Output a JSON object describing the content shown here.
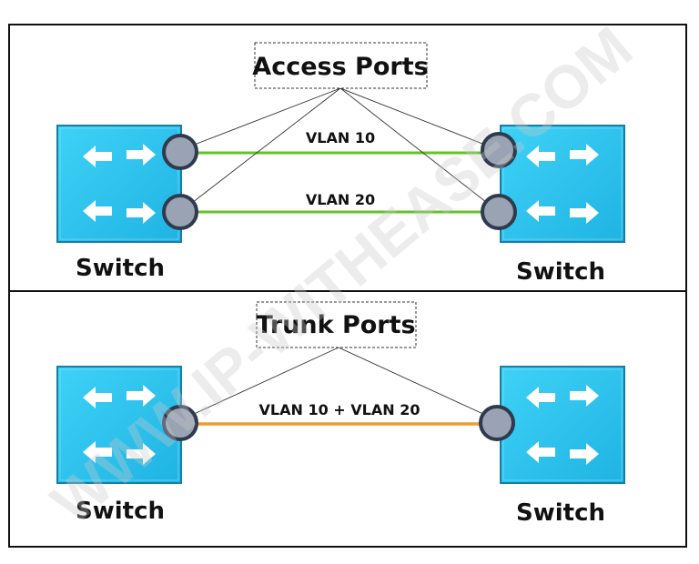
{
  "access_panel": {
    "title": "Access Ports",
    "link_top_label": "VLAN 10",
    "link_bottom_label": "VLAN 20",
    "left_switch_label": "Switch",
    "right_switch_label": "Switch"
  },
  "trunk_panel": {
    "title": "Trunk Ports",
    "link_label": "VLAN 10 + VLAN 20",
    "left_switch_label": "Switch",
    "right_switch_label": "Switch"
  },
  "watermark": "WWW.IP-WITHEASE.COM",
  "colors": {
    "switch_fill": "#2bc4ee",
    "switch_border": "#1a8fb5",
    "port_fill": "#9aa3b3",
    "port_border": "#2f3a4d",
    "access_link": "#7ccf3a",
    "trunk_link": "#f0a030"
  }
}
